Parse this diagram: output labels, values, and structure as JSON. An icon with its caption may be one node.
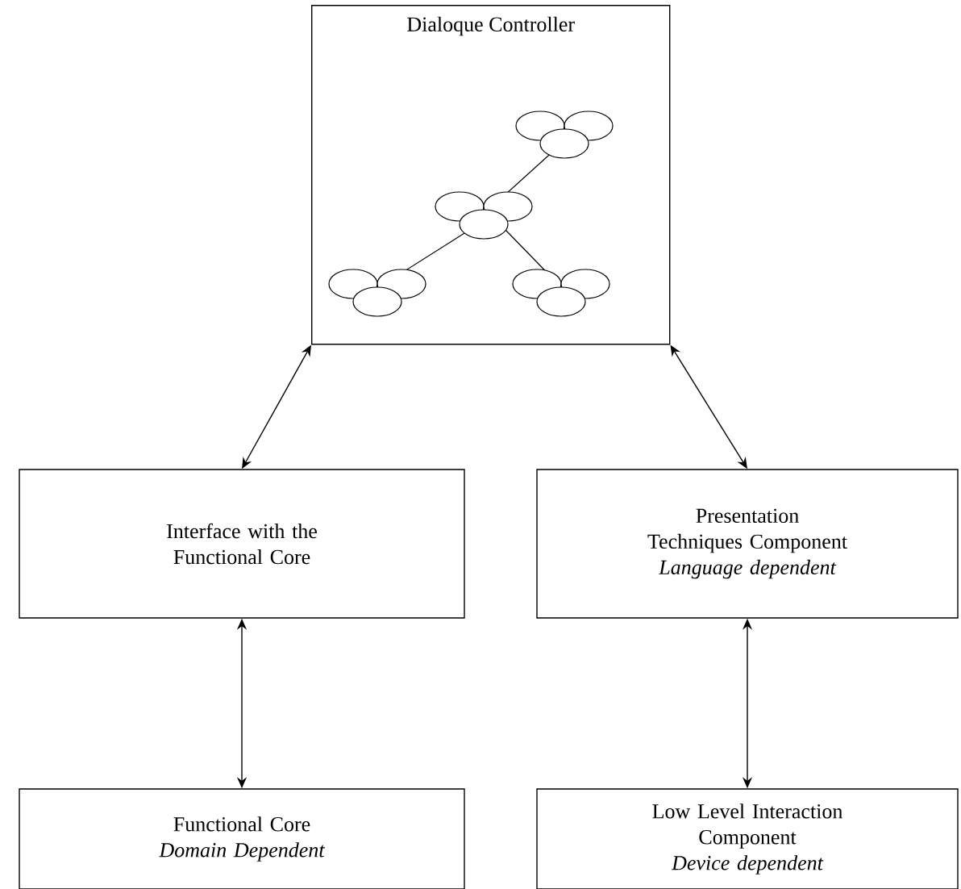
{
  "diagram": {
    "nodes": [
      {
        "text": [
          "Dialoque Controller"
        ]
      },
      {
        "text": [
          "Interface with the Functional Core"
        ]
      },
      {
        "text": [
          "Presentation Techniques Component",
          "Language dependent"
        ]
      },
      {
        "text": [
          "Functional Core",
          "Domain Dependent"
        ]
      },
      {
        "text": [
          "Low Level Interaction Component",
          "Device dependent"
        ]
      }
    ],
    "edges": [
      {
        "from": 0,
        "to": 1,
        "arrow": "both"
      },
      {
        "from": 0,
        "to": 2,
        "arrow": "both"
      },
      {
        "from": 1,
        "to": 3,
        "arrow": "both"
      },
      {
        "from": 2,
        "to": 4,
        "arrow": "both"
      }
    ]
  }
}
